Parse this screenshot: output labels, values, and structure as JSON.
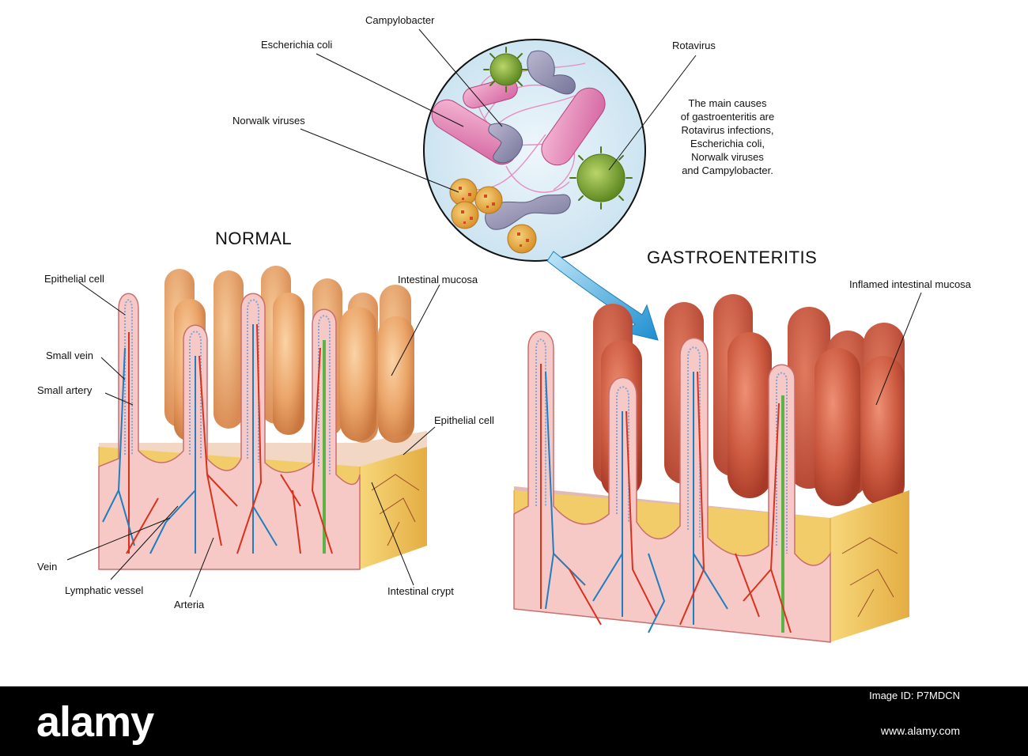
{
  "headings": {
    "normal": "NORMAL",
    "gastroenteritis": "GASTROENTERITIS"
  },
  "causes_text": [
    "The main causes",
    "of gastroenteritis are",
    "Rotavirus infections,",
    "Escherichia coli,",
    "Norwalk viruses",
    "and Campylobacter."
  ],
  "pathogens": {
    "campylobacter": "Campylobacter",
    "escherichia_coli": "Escherichia coli",
    "rotavirus": "Rotavirus",
    "norwalk": "Norwalk viruses"
  },
  "normal_labels": {
    "epithelial_cell_left": "Epithelial cell",
    "small_vein": "Small vein",
    "small_artery": "Small artery",
    "intestinal_mucosa": "Intestinal mucosa",
    "epithelial_cell_right": "Epithelial cell",
    "vein": "Vein",
    "lymphatic_vessel": "Lymphatic vessel",
    "arteria": "Arteria",
    "intestinal_crypt": "Intestinal crypt"
  },
  "gastro_labels": {
    "inflamed_mucosa": "Inflamed intestinal mucosa"
  },
  "footer": {
    "brand": "alamy",
    "image_id": "Image ID: P7MDCN",
    "url": "www.alamy.com"
  },
  "colors": {
    "normal_villi": "#e8a46a",
    "inflamed_villi": "#c7553c",
    "submucosa": "#f1c75c",
    "artery": "#d8321e",
    "vein": "#1f7dc1",
    "lymph": "#5cb446",
    "arrow": "#29a3db",
    "rotavirus": "#6f9a2c",
    "norwalk": "#e3a13a",
    "ecoli": "#df7ab0",
    "campylobacter": "#8c8aa8"
  }
}
